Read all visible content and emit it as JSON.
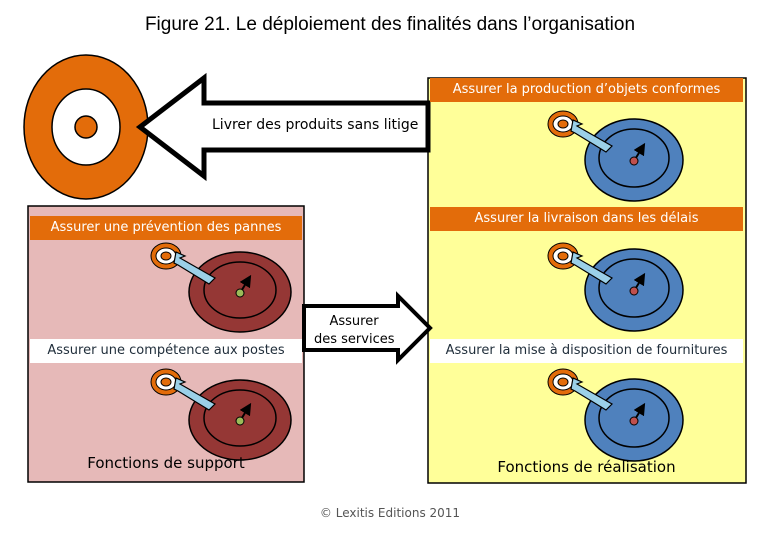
{
  "title": "Figure 21. Le déploiement des finalités dans l’organisation",
  "arrow_label": "Livrer des produits sans litige",
  "services_label": {
    "line1": "Assurer",
    "line2": "des services"
  },
  "realisation": {
    "items": [
      "Assurer la production d’objets conformes",
      "Assurer la livraison dans les délais",
      "Assurer la mise à disposition de fournitures"
    ],
    "footer_label": "Fonctions de réalisation"
  },
  "support": {
    "items": [
      "Assurer une prévention des pannes",
      "Assurer une compétence aux postes"
    ],
    "footer_label": "Fonctions de support"
  },
  "copyright": "© Lexitis Editions 2011",
  "colors": {
    "realisation_bg": "#ffff99",
    "support_bg": "#e6b9b8",
    "orange": "#e36c0a",
    "blue": "#4f81bd",
    "dark_red": "#953735",
    "arrow_light_blue": "#9bd0e8"
  },
  "icons": [
    "target-icon",
    "arrow-icon",
    "needle-icon"
  ]
}
